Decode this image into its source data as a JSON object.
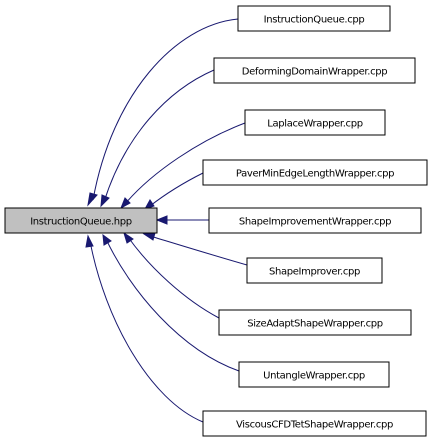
{
  "diagram": {
    "root": {
      "label": "InstructionQueue.hpp"
    },
    "dependents": [
      {
        "label": "InstructionQueue.cpp"
      },
      {
        "label": "DeformingDomainWrapper.cpp"
      },
      {
        "label": "LaplaceWrapper.cpp"
      },
      {
        "label": "PaverMinEdgeLengthWrapper.cpp"
      },
      {
        "label": "ShapeImprovementWrapper.cpp"
      },
      {
        "label": "ShapeImprover.cpp"
      },
      {
        "label": "SizeAdaptShapeWrapper.cpp"
      },
      {
        "label": "UntangleWrapper.cpp"
      },
      {
        "label": "ViscousCFDTetShapeWrapper.cpp"
      }
    ],
    "colors": {
      "edge": "#191970",
      "root_fill": "#c0c0c0",
      "node_fill": "#ffffff",
      "border": "#000000"
    }
  }
}
